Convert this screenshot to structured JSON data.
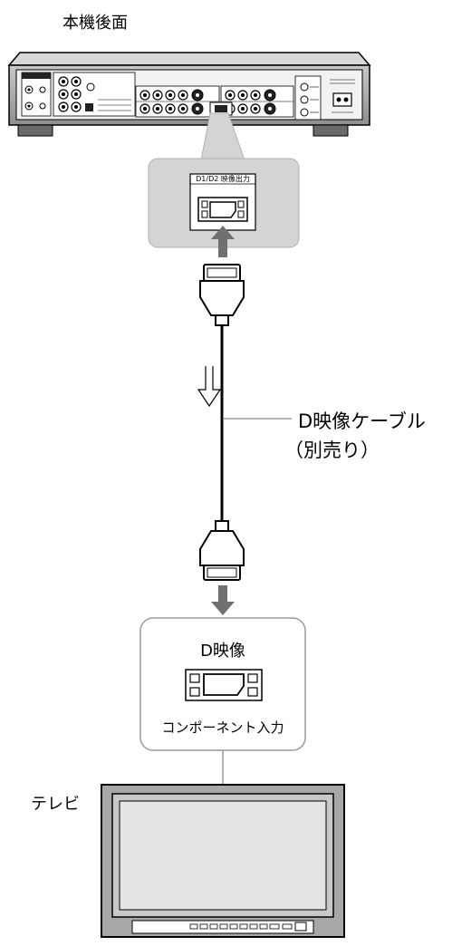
{
  "labels": {
    "rear_panel_title": "本機後面",
    "output_port_label": "D1/D2 映像出力",
    "cable_name": "D映像ケーブル",
    "cable_note": "（別売り）",
    "tv_input_title": "D映像",
    "tv_input_caption": "コンポーネント入力",
    "tv_title": "テレビ"
  },
  "colors": {
    "callout_fill": "#d4d4d4",
    "arrow": "#707070",
    "device_body": "#a8a8a8",
    "panel": "#f2f2f2"
  }
}
